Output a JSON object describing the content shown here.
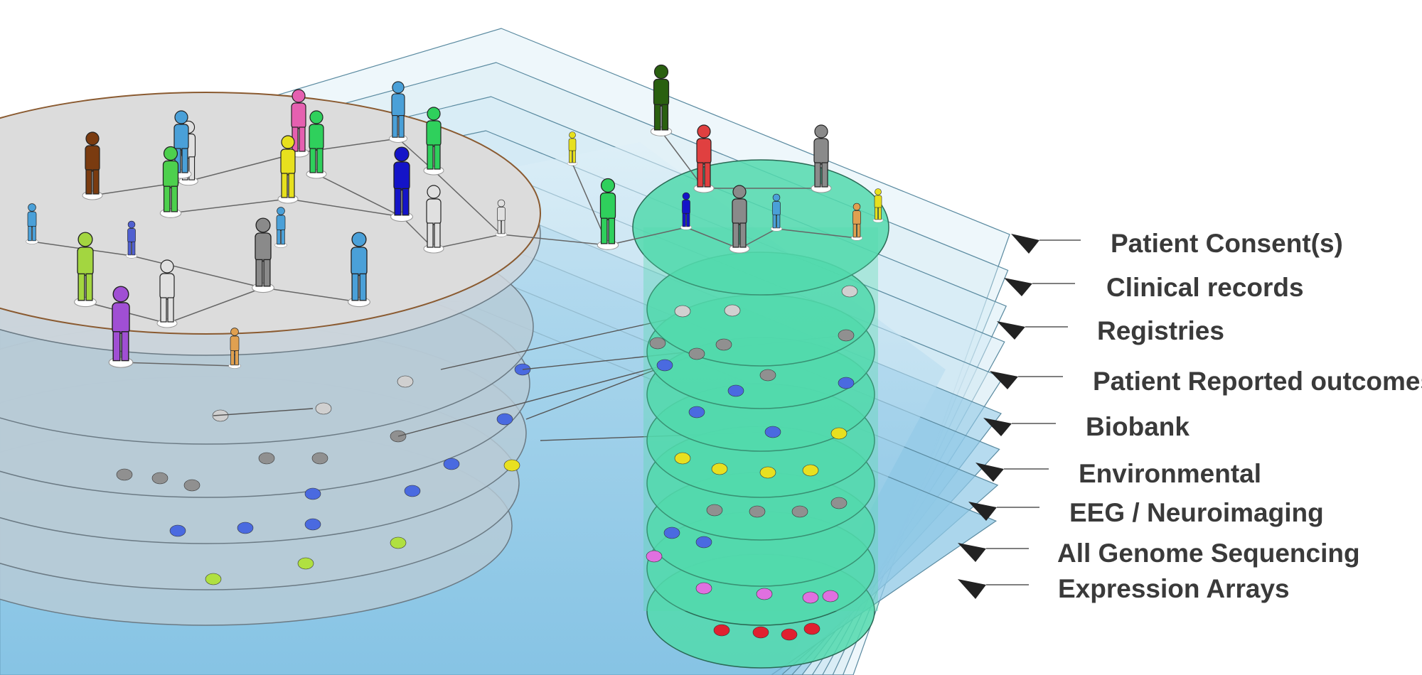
{
  "diagram": {
    "layers": [
      {
        "label": "Patient Consent(s)"
      },
      {
        "label": "Clinical records"
      },
      {
        "label": "Registries"
      },
      {
        "label": "Patient Reported outcomes"
      },
      {
        "label": "Biobank"
      },
      {
        "label": "Environmental"
      },
      {
        "label": "EEG / Neuroimaging"
      },
      {
        "label": "All Genome Sequencing"
      },
      {
        "label": "Expression Arrays"
      }
    ],
    "colors": {
      "large_cohort": "#dcdcdc",
      "small_cohort": "#52d9ad",
      "plane_fill": "#cfe8f3",
      "plane_deep": "#8fc8e6",
      "arrow": "#222222",
      "label_text": "#3a3a3a"
    },
    "icons": [
      "person-figure-icon",
      "data-node-dot-icon",
      "layer-pointer-arrow-icon"
    ],
    "person_colors": [
      "#7a3b10",
      "#e0e0e0",
      "#4aa0d8",
      "#e560b0",
      "#4dd04d",
      "#e7e01e",
      "#2fd05c",
      "#1414c8",
      "#8a8a8a",
      "#a3d640",
      "#a04fd4",
      "#e0a050",
      "#5060d0",
      "#2a6010",
      "#e04040"
    ],
    "dot_colors": [
      "#d0d0d0",
      "#909090",
      "#4a6ae0",
      "#e8e020",
      "#b0e040",
      "#e070e0",
      "#e02030"
    ]
  }
}
